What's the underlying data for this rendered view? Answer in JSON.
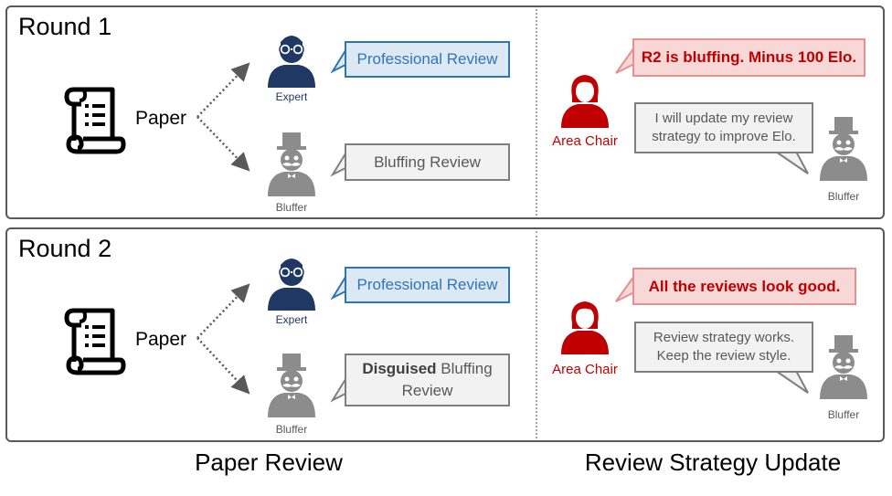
{
  "round1": {
    "title": "Round 1",
    "paper_label": "Paper",
    "expert_label": "Expert",
    "bluffer_label": "Bluffer",
    "expert_bubble": "Professional Review",
    "bluffer_bubble": "Bluffing Review",
    "area_chair_label": "Area Chair",
    "chair_bubble": "R2 is bluffing. Minus 100 Elo.",
    "bluffer_reply": [
      "I will update my review",
      "strategy to improve Elo."
    ],
    "bluffer_right_label": "Bluffer"
  },
  "round2": {
    "title": "Round 2",
    "paper_label": "Paper",
    "expert_label": "Expert",
    "bluffer_label": "Bluffer",
    "expert_bubble": "Professional Review",
    "bluffer_bubble_bold": "Disguised",
    "bluffer_bubble_rest": " Bluffing",
    "bluffer_bubble_line2": "Review",
    "area_chair_label": "Area Chair",
    "chair_bubble": "All the reviews look good.",
    "bluffer_reply": [
      "Review strategy works.",
      "Keep the review style."
    ],
    "bluffer_right_label": "Bluffer"
  },
  "captions": {
    "left": "Paper Review",
    "right": "Review Strategy Update"
  },
  "colors": {
    "expert_blue": "#1f3864",
    "expert_bubble_fill": "#dde8f5",
    "expert_bubble_border": "#2e75b6",
    "bluffer_gray": "#8c8c8c",
    "chair_red": "#c00000",
    "chair_bubble_fill": "#f8d7d7",
    "chair_bubble_border": "#e88f8f",
    "gray_bubble_fill": "#f2f2f2",
    "gray_bubble_border": "#7f7f7f"
  },
  "icons": [
    "scroll-icon",
    "expert-icon",
    "bluffer-icon",
    "area-chair-icon"
  ]
}
